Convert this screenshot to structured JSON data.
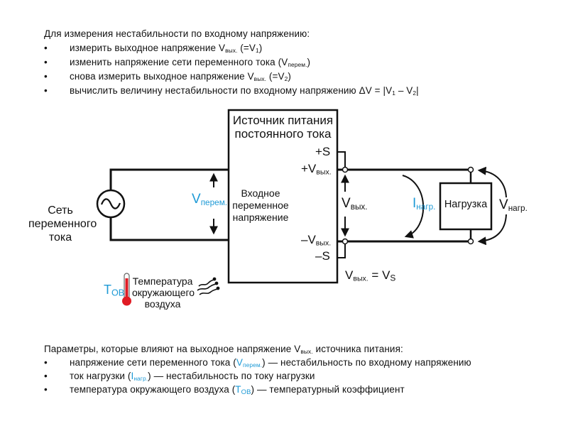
{
  "top_section": {
    "heading": "Для измерения нестабильности по входному напряжению:",
    "bullets": [
      {
        "text": "измерить выходное напряжение ",
        "sym": "V",
        "sub": "вых.",
        "tail": " (=V",
        "tail_sub": "1",
        "tail_end": ")"
      },
      {
        "text": "изменить напряжение сети переменного тока (",
        "sym": "V",
        "sub": "перем.",
        "tail": ")"
      },
      {
        "text": "снова измерить выходное напряжение ",
        "sym": "V",
        "sub": "вых.",
        "tail": " (=V",
        "tail_sub": "2",
        "tail_end": ")"
      },
      {
        "text": "вычислить величину нестабильности по входному напряжению ΔV = |V",
        "sub1": "1",
        "mid": " – V",
        "sub2": "2",
        "end": "|"
      }
    ],
    "bullet_glyph": "•"
  },
  "diagram": {
    "psu_title_line1": "Источник питания",
    "psu_title_line2": "постоянного тока",
    "psu_input_line1": "Входное",
    "psu_input_line2": "переменное",
    "psu_input_line3": "напряжение",
    "terminal_plus_s": "+S",
    "terminal_plus_v": "+V",
    "terminal_minus_v": "–V",
    "terminal_minus_s": "–S",
    "out_sub": "вых.",
    "ac_source_line1": "Сеть",
    "ac_source_line2": "переменного",
    "ac_source_line3": "тока",
    "v_ac_sym": "V",
    "v_ac_sub": "перем.",
    "v_out_sym": "V",
    "v_out_sub": "вых.",
    "i_load_sym": "I",
    "i_load_sub": "нагр.",
    "load_label": "Нагрузка",
    "v_load_sym": "V",
    "v_load_sub": "нагр.",
    "eq_left_sym": "V",
    "eq_left_sub": "вых.",
    "eq_mid": " = V",
    "eq_right_sub": "S",
    "temp_sym": "T",
    "temp_sub": "ОВ",
    "temp_line1": "Температура",
    "temp_line2": "окружающего",
    "temp_line3": "воздуха",
    "colors": {
      "accent_blue": "#1e9ad6",
      "thermometer_red": "#e01b24",
      "wire": "#111111"
    }
  },
  "bottom_section": {
    "heading_pre": "Параметры, которые влияют на выходное напряжение ",
    "heading_sym": "V",
    "heading_sub": "вых.",
    "heading_post": " источника питания:",
    "bullets": [
      {
        "pre": "напряжение сети переменного тока (",
        "sym": "V",
        "sub": "перем.",
        "post": ") — нестабильность по входному напряжению"
      },
      {
        "pre": "ток нагрузки (",
        "sym": "I",
        "sub": "нагр.",
        "post": ") — нестабильность по току нагрузки"
      },
      {
        "pre": "температура окружающего воздуха (",
        "sym": "T",
        "sub": "ОВ",
        "post": ") — температурный коэффициент"
      }
    ],
    "bullet_glyph": "•"
  }
}
